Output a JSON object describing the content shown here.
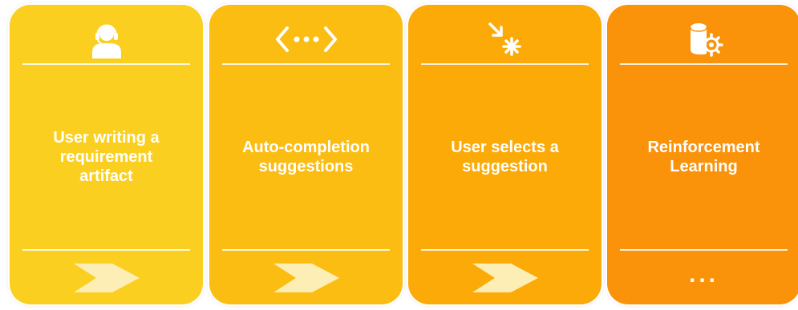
{
  "steps": [
    {
      "label": "User writing a\nrequirement\nartifact",
      "icon": "headset-user-icon",
      "footer": "arrow-right-icon"
    },
    {
      "label": "Auto-completion\nsuggestions",
      "icon": "code-ellipsis-icon",
      "footer": "arrow-right-icon"
    },
    {
      "label": "User selects a\nsuggestion",
      "icon": "cursor-click-icon",
      "footer": "arrow-right-icon"
    },
    {
      "label": "Reinforcement\nLearning",
      "icon": "database-gear-icon",
      "footer": "ellipsis"
    }
  ],
  "ellipsis": "...",
  "colors": {
    "step1": "#fbcf20",
    "step2": "#fbbd11",
    "step3": "#fbaa07",
    "step4": "#fa920a",
    "arrow": "#fdeeb6",
    "text": "#ffffff"
  }
}
